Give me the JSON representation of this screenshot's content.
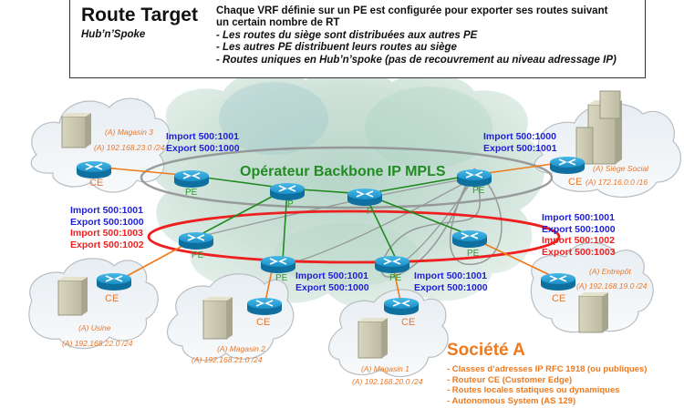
{
  "header": {
    "title": "Route Target",
    "subtitle": "Hub’n’Spoke",
    "intro_line1": "Chaque VRF définie sur un PE est configurée pour exporter ses routes suivant",
    "intro_line2": "un certain nombre de RT",
    "bullets": [
      "- Les routes du siège sont distribuées aux autres PE",
      "- Les autres PE distribuent leurs routes au siège",
      "- Routes uniques en Hub’n’spoke (pas de recouvrement au niveau adressage IP)"
    ]
  },
  "backbone": {
    "label": "Opérateur Backbone IP MPLS",
    "p_label": "P",
    "pe_label": "PE",
    "ce_label": "CE"
  },
  "route_targets": {
    "magasin3": {
      "import": "Import 500:1001",
      "export": "Export 500:1000"
    },
    "siege": {
      "import": "Import 500:1000",
      "export": "Export 500:1001"
    },
    "usine": {
      "import": "Import 500:1001",
      "export": "Export 500:1000",
      "import2": "Import 500:1003",
      "export2": "Export 500:1002"
    },
    "entrepot": {
      "import": "Import 500:1001",
      "export": "Export 500:1000",
      "import2": "Import 500:1002",
      "export2": "Export 500:1003"
    },
    "magasin2": {
      "import": "Import 500:1001",
      "export": "Export 500:1000"
    },
    "magasin1": {
      "import": "Import 500:1001",
      "export": "Export 500:1000"
    }
  },
  "sites": {
    "magasin3": {
      "name": "(A) Magasin 3",
      "network": "(A) 192.168.23.0 /24"
    },
    "siege": {
      "name": "(A) Siège Social",
      "network": "(A) 172.16.0.0 /16"
    },
    "usine": {
      "name": "(A) Usine",
      "network": "(A) 192.168.22.0 /24"
    },
    "entrepot": {
      "name": "(A) Entrepôt",
      "network": "(A) 192.168.19.0 /24"
    },
    "magasin2": {
      "name": "(A) Magasin 2",
      "network": "(A) 192.168.21.0 /24"
    },
    "magasin1": {
      "name": "(A) Magasin 1",
      "network": "(A) 192.168.20.0 /24"
    }
  },
  "societe": {
    "title": "Société A",
    "items": [
      "- Classes d’adresses IP RFC 1918 (ou publiques)",
      "- Routeur CE (Customer Edge)",
      "- Routes locales statiques ou dynamiques",
      "- Autonomous System (AS 129)"
    ]
  },
  "colors": {
    "blue_rt": "#1f1fd6",
    "red_rt": "#ee1f1f",
    "site_orange": "#e9772a",
    "backbone_green": "#228b22",
    "router_blue": "#1a8fc8"
  }
}
